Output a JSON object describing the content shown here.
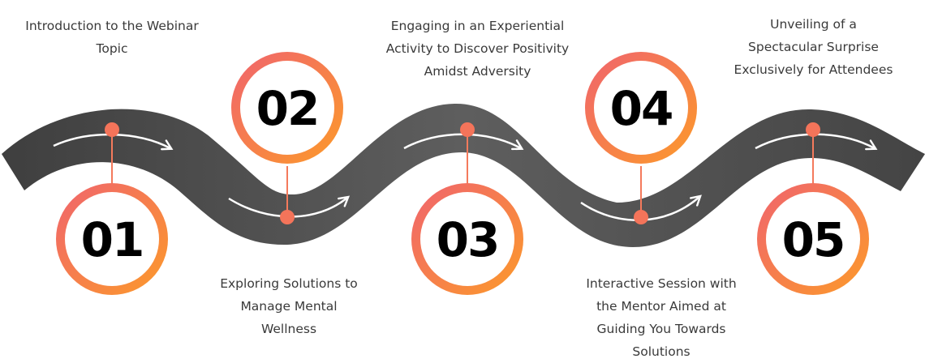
{
  "colors": {
    "road": "#555555",
    "road_edge": "#3c3c3c",
    "ring_start": "#f06a6a",
    "ring_end": "#fb8f2e",
    "connector": "#f47a5c",
    "arrow": "#ffffff"
  },
  "steps": [
    {
      "number": "01",
      "text": "Introduction to the Webinar\nTopic"
    },
    {
      "number": "02",
      "text": "Exploring Solutions to\nManage Mental\nWellness"
    },
    {
      "number": "03",
      "text": "Engaging in an Experiential\nActivity to Discover Positivity\nAmidst Adversity"
    },
    {
      "number": "04",
      "text": "Interactive Session with\nthe Mentor Aimed at\nGuiding You Towards\nSolutions"
    },
    {
      "number": "05",
      "text": "Unveiling of a\nSpectacular Surprise\nExclusively for Attendees"
    }
  ]
}
